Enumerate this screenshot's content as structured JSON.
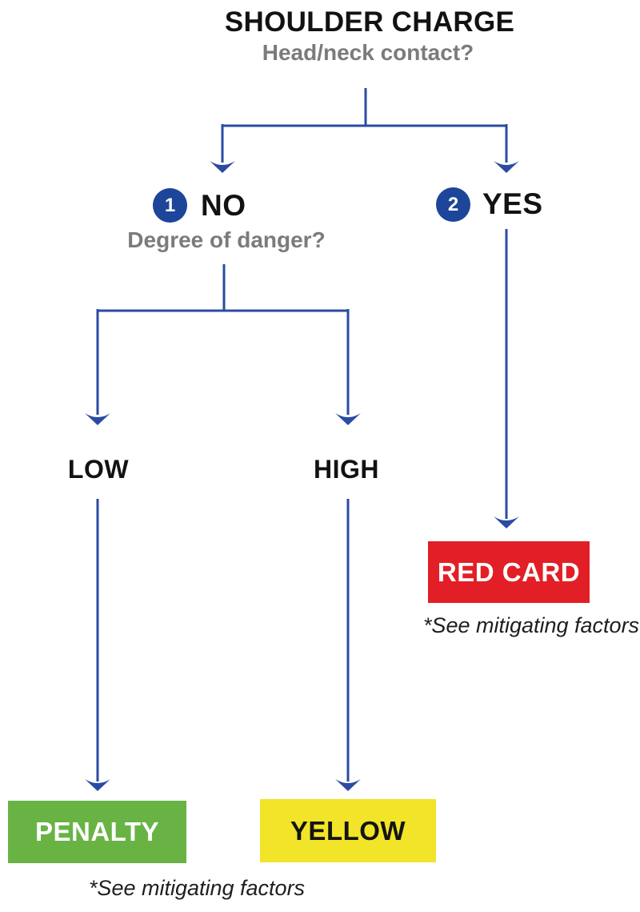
{
  "diagram": {
    "title": "SHOULDER CHARGE",
    "root_question": "Head/neck contact?",
    "branch_no": {
      "number": "1",
      "label": "NO",
      "question": "Degree of danger?"
    },
    "branch_yes": {
      "number": "2",
      "label": "YES"
    },
    "low_label": "LOW",
    "high_label": "HIGH",
    "outcome_red": {
      "label": "RED CARD",
      "note": "*See mitigating factors",
      "color": "#e21f26"
    },
    "outcome_penalty": {
      "label": "PENALTY",
      "note": "*See mitigating factors",
      "color": "#69b345"
    },
    "outcome_yellow": {
      "label": "YELLOW",
      "color": "#f2e428"
    },
    "colors": {
      "arrow_blue": "#2b4ba3",
      "badge_blue": "#1d4599",
      "gray_text": "#7b7b7b",
      "black_text": "#121212"
    }
  }
}
